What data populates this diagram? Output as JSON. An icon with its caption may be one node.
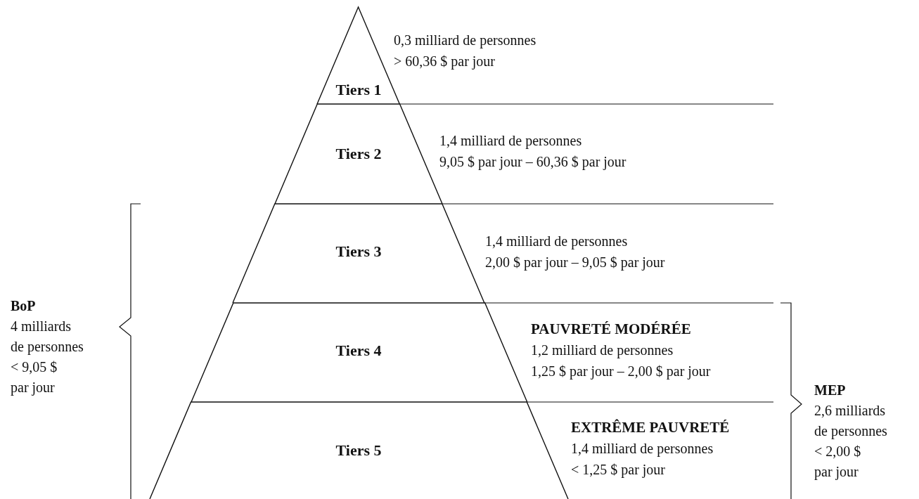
{
  "diagram": {
    "nodes": [
      {
        "text": [
          "Tiers 1"
        ],
        "beside": [
          "0,3 milliard de personnes",
          "> 60,36 $ par jour"
        ]
      },
      {
        "text": [
          "Tiers 2"
        ],
        "beside": [
          "1,4 milliard de personnes",
          "9,05 $ par jour – 60,36 $ par jour"
        ]
      },
      {
        "text": [
          "Tiers 3"
        ],
        "beside": [
          "1,4 milliard de personnes",
          "2,00 $ par jour – 9,05 $ par jour"
        ]
      },
      {
        "text": [
          "Tiers 4"
        ],
        "beside": [
          "PAUVRETÉ MODÉRÉE",
          "1,2 milliard de personnes",
          "1,25 $ par jour – 2,00 $ par jour"
        ]
      },
      {
        "text": [
          "Tiers 5"
        ],
        "beside": [
          "EXTRÊME PAUVRETÉ",
          "1,4 milliard de personnes",
          "< 1,25 $ par jour"
        ]
      }
    ],
    "edges": [],
    "labels": [
      "BoP",
      "4 milliards",
      "de personnes",
      "< 9,05 $",
      "par jour",
      "MEP",
      "2,6 milliards",
      "de personnes",
      "< 2,00 $",
      "par jour"
    ]
  }
}
